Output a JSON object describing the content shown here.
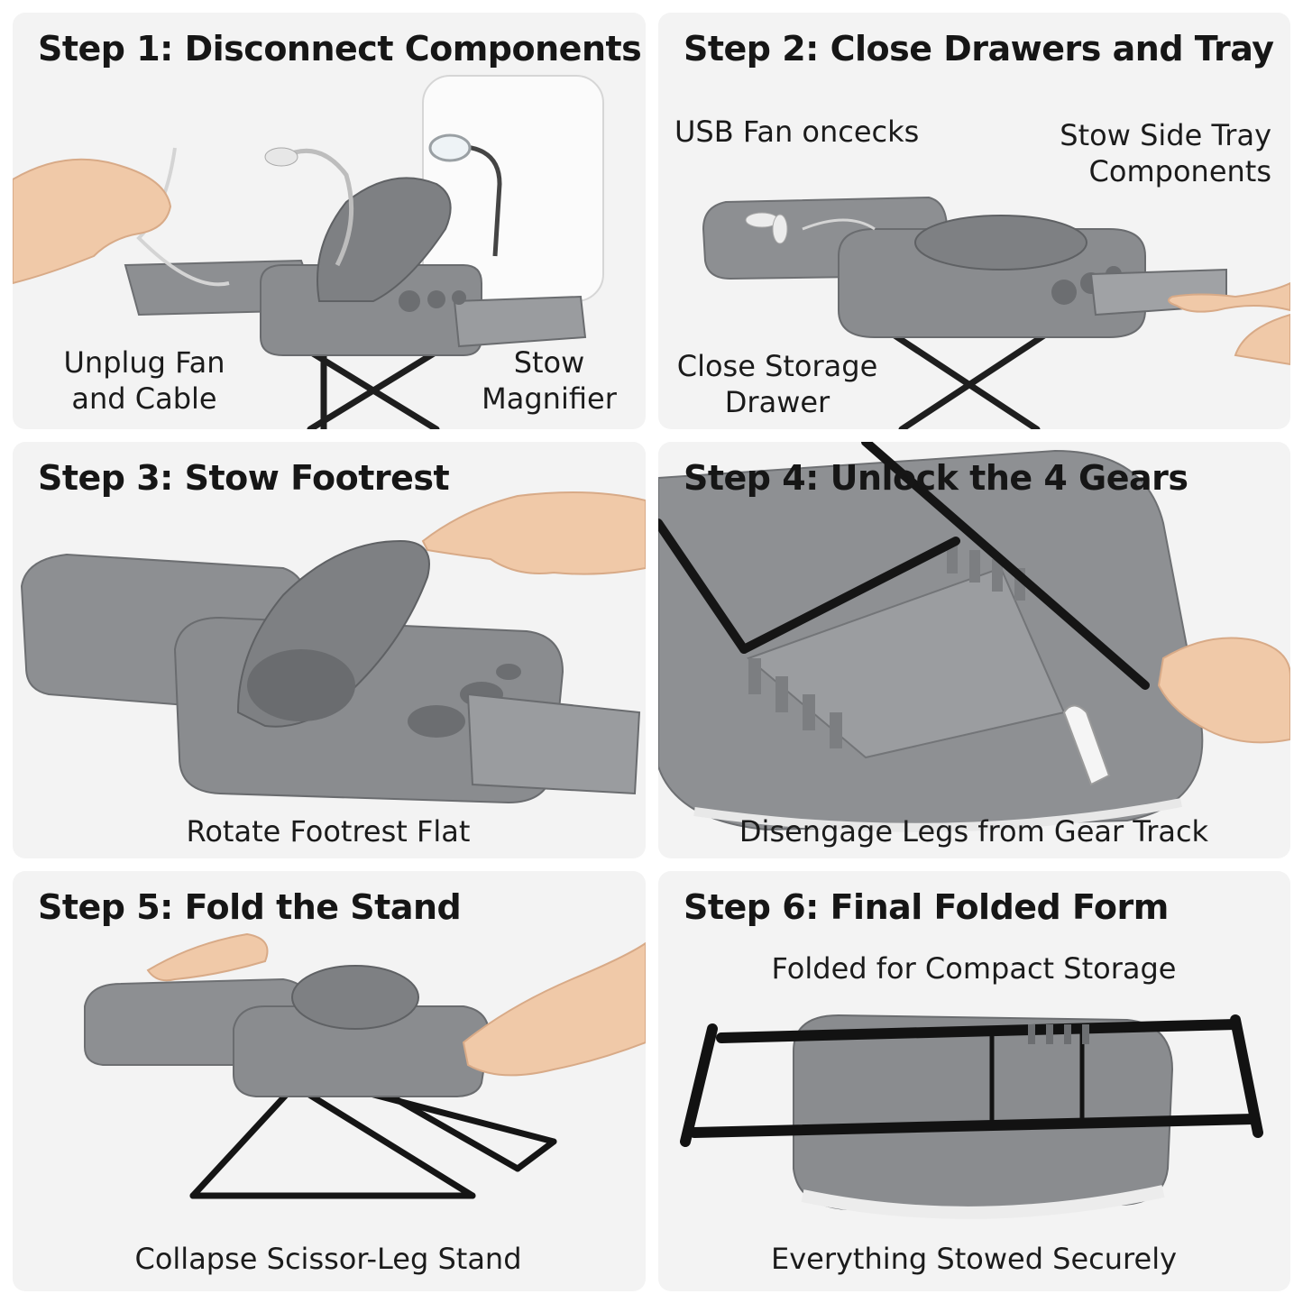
{
  "steps": [
    {
      "title": "Step 1: Disconnect Components",
      "labels": [
        "Unplug Fan\nand Cable",
        "Stow\nMagnifier"
      ]
    },
    {
      "title": "Step 2: Close Drawers and Tray",
      "labels": [
        "USB Fan oncecks",
        "Stow Side Tray\nComponents",
        "Close Storage\nDrawer"
      ]
    },
    {
      "title": "Step 3: Stow Footrest",
      "labels": [
        "Rotate Footrest Flat"
      ]
    },
    {
      "title": "Step 4: Unlock the 4 Gears",
      "labels": [
        "Disengage Legs from Gear Track"
      ]
    },
    {
      "title": "Step 5: Fold the Stand",
      "labels": [
        "Collapse Scissor-Leg Stand"
      ]
    },
    {
      "title": "Step 6: Final Folded Form",
      "labels": [
        "Folded for Compact Storage",
        "Everything Stowed Securely"
      ]
    }
  ],
  "colors": {
    "panel_bg": "#f3f3f3",
    "plastic_gray": "#8a8c8f",
    "dark_metal": "#1c1c1c",
    "text": "#161616"
  }
}
